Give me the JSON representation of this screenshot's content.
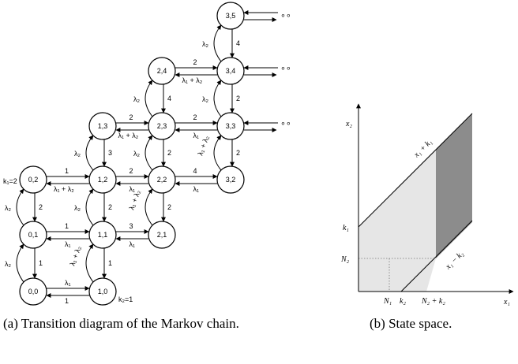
{
  "diagram_a": {
    "nodes": [
      {
        "id": "0,0",
        "label": "0,0"
      },
      {
        "id": "1,0",
        "label": "1,0"
      },
      {
        "id": "0,1",
        "label": "0,1"
      },
      {
        "id": "1,1",
        "label": "1,1"
      },
      {
        "id": "2,1",
        "label": "2,1"
      },
      {
        "id": "0,2",
        "label": "0,2"
      },
      {
        "id": "1,2",
        "label": "1,2"
      },
      {
        "id": "2,2",
        "label": "2,2"
      },
      {
        "id": "3,2",
        "label": "3,2"
      },
      {
        "id": "1,3",
        "label": "1,3"
      },
      {
        "id": "2,3",
        "label": "2,3"
      },
      {
        "id": "3,3",
        "label": "3,3"
      },
      {
        "id": "2,4",
        "label": "2,4"
      },
      {
        "id": "3,4",
        "label": "3,4"
      },
      {
        "id": "3,5",
        "label": "3,5"
      }
    ],
    "edge_labels": {
      "one": "1",
      "two": "2",
      "three": "3",
      "four": "4",
      "lambda1": "λ₁",
      "lambda2": "λ₂",
      "lambda1_plus_lambda2": "λ₁ + λ₂"
    },
    "side_labels": {
      "k1": "k₁=2",
      "k2": "k₂=1"
    },
    "continuation": "∘∘"
  },
  "diagram_b": {
    "axis_x": "x₁",
    "axis_y": "x₂",
    "tick_k1": "k₁",
    "tick_N2": "N₂",
    "tick_N1": "N₁",
    "tick_k2": "k₂",
    "tick_N2k2": "N₂ + k₂",
    "line_upper": "x₁ + k₁",
    "line_lower": "x₁ − k₂"
  },
  "captions": {
    "a": "(a)  Transition  diagram  of  the Markov chain.",
    "b": "(b) State space."
  },
  "colors": {
    "light_region": "#e6e6e6",
    "dark_region": "#8c8c8c"
  }
}
